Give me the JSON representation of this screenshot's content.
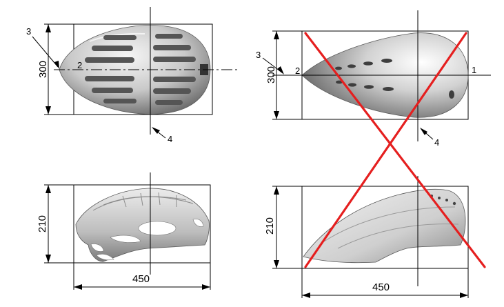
{
  "dimensions": {
    "top_left_height": "300",
    "top_right_height": "300",
    "bottom_left_height": "210",
    "bottom_right_height": "210",
    "bottom_left_width": "450",
    "bottom_right_width": "450"
  },
  "callouts": {
    "left_top_3": "3",
    "left_top_2": "2",
    "left_top_4": "4",
    "right_top_3": "3",
    "right_top_2": "2",
    "right_top_1": "1",
    "right_top_4": "4"
  },
  "colors": {
    "line": "#000000",
    "cross": "#e51f1f",
    "helmet_light": "#f4f4f4",
    "helmet_dark": "#6e6e6e"
  }
}
